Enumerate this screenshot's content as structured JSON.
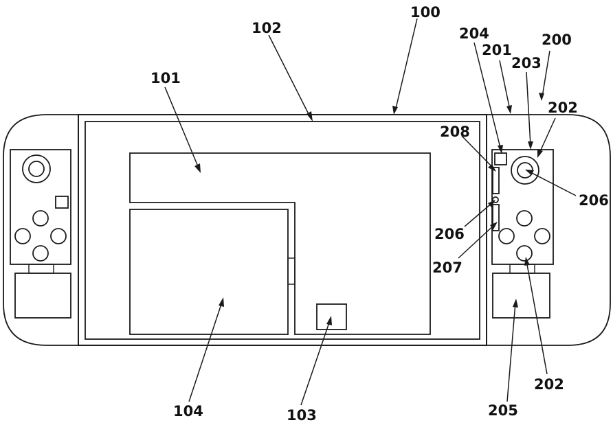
{
  "labels": {
    "l100": "100",
    "l101": "101",
    "l102": "102",
    "l103": "103",
    "l104": "104",
    "l200": "200",
    "l201": "201",
    "l202_top": "202",
    "l202_bottom": "202",
    "l203": "203",
    "l204": "204",
    "l205": "205",
    "l206_right": "206",
    "l206_left": "206",
    "l207": "207",
    "l208": "208"
  }
}
